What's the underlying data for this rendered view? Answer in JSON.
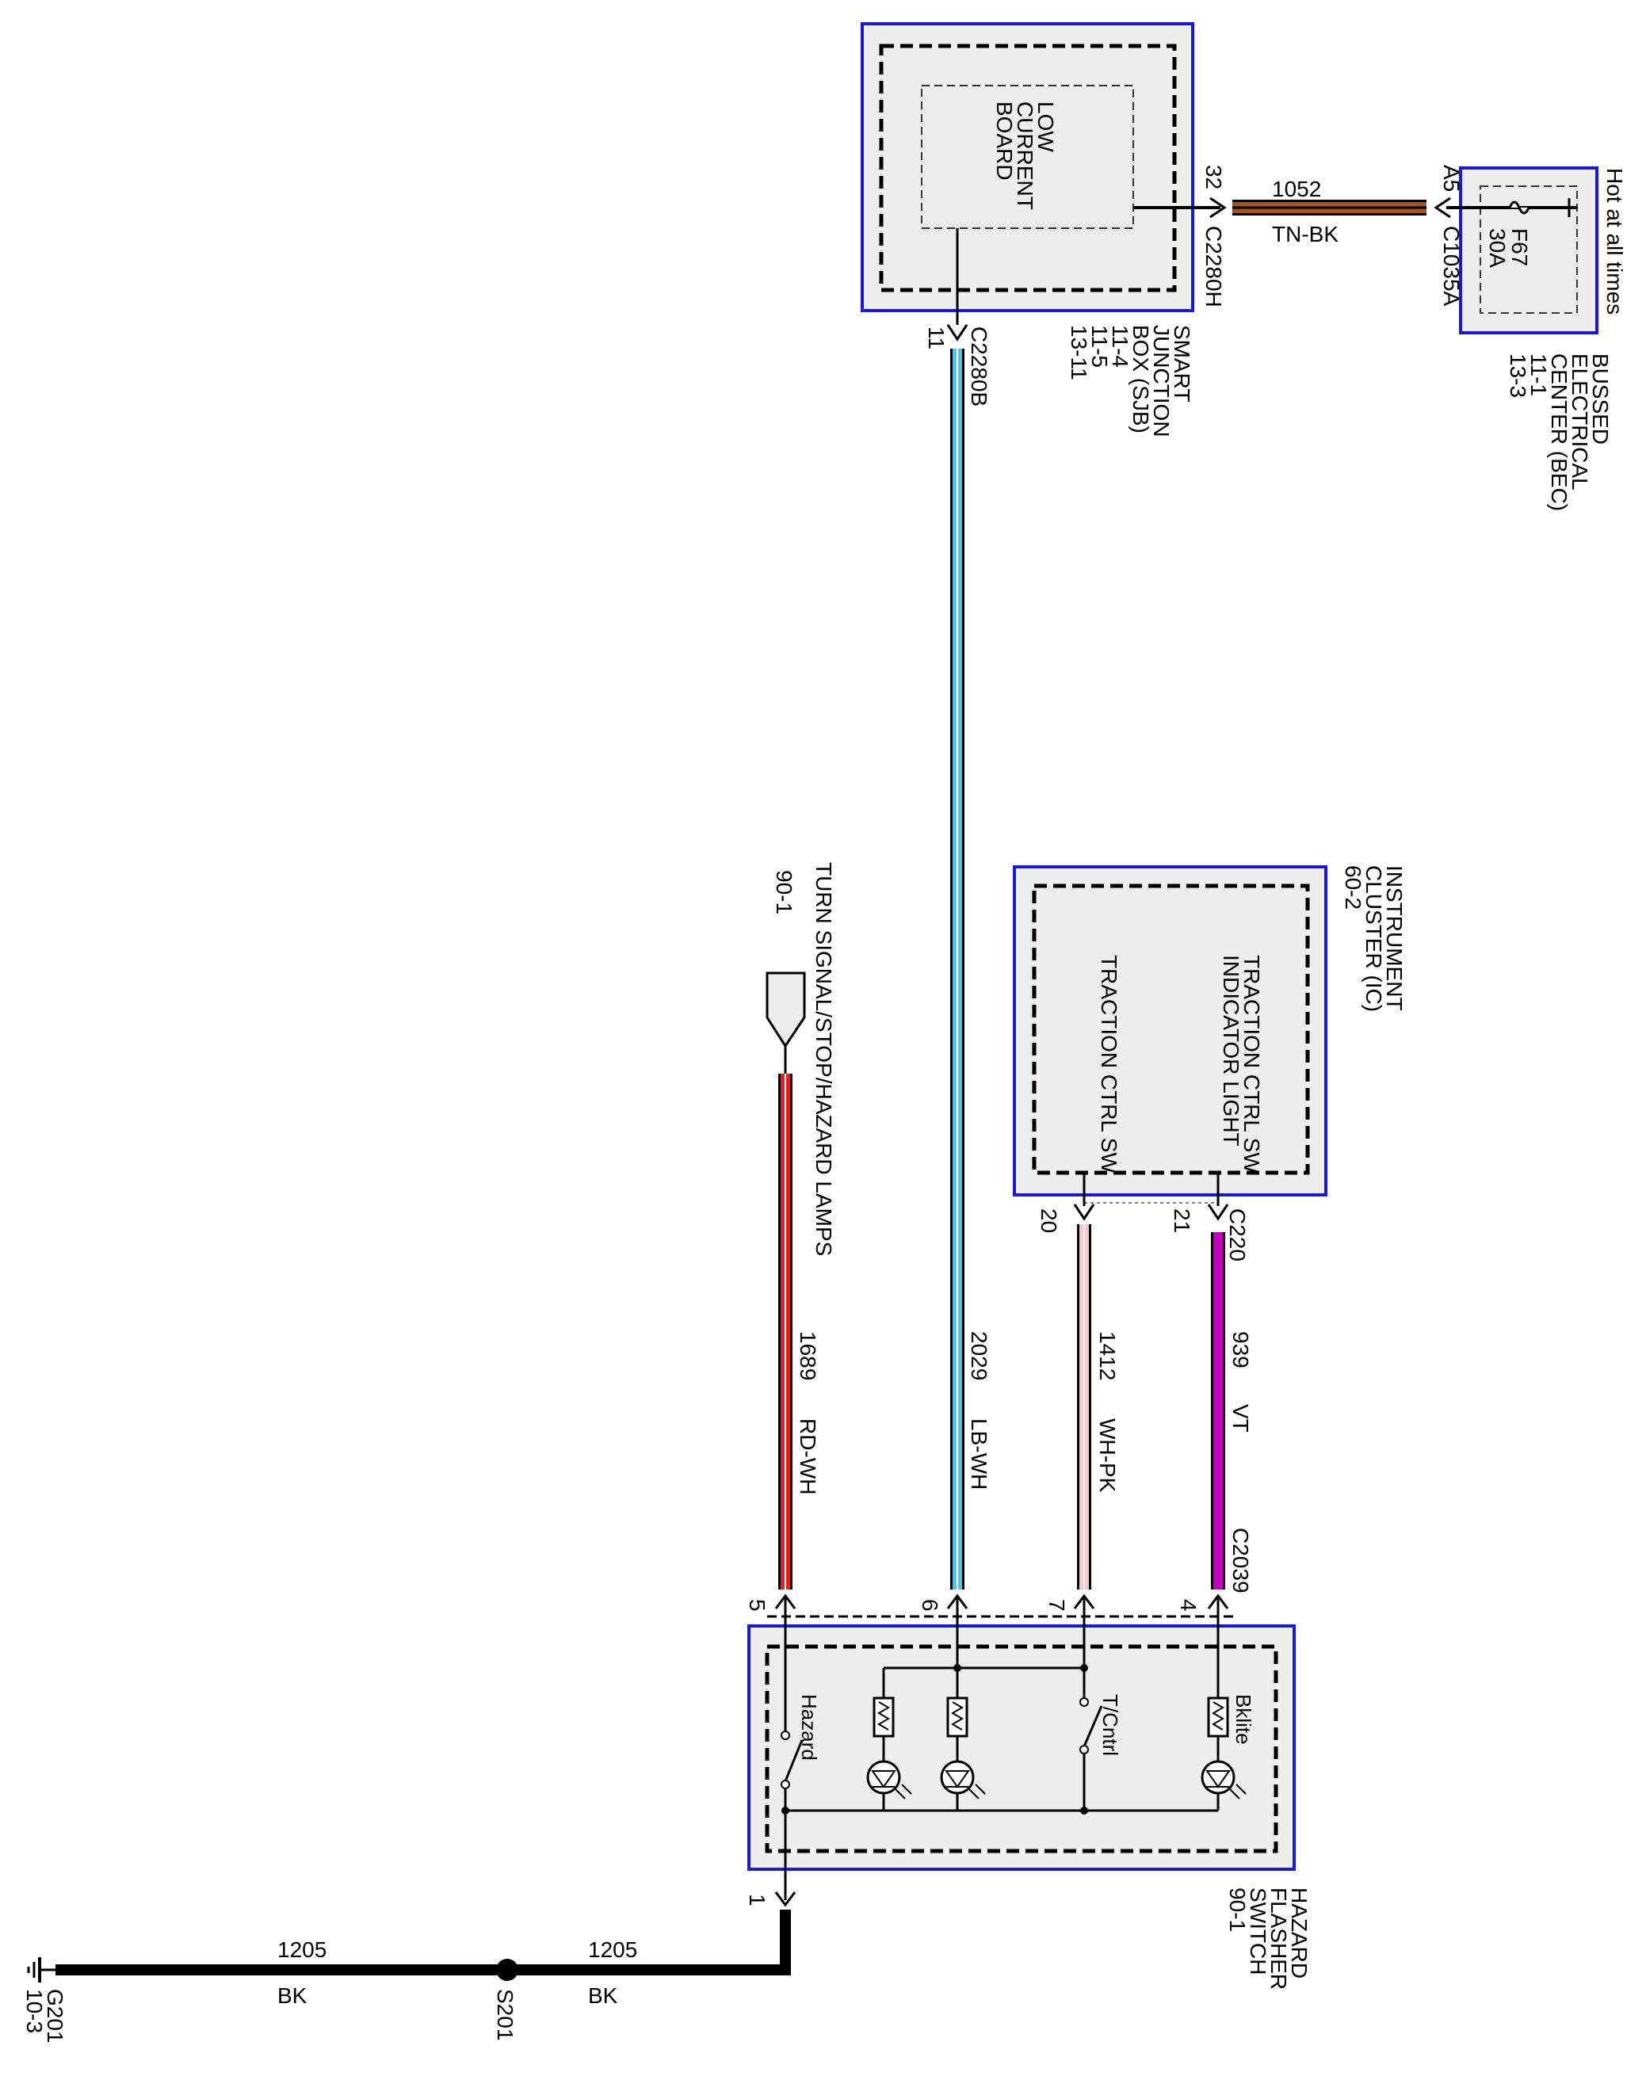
{
  "bec": {
    "label_lines": [
      "BUSSED",
      "ELECTRICAL",
      "CENTER (BEC)",
      "11-1",
      "13-3"
    ],
    "hot_label": "Hot at all times",
    "fuse_name": "F67",
    "fuse_rating": "30A",
    "connector": "C1035A",
    "pin": "A5"
  },
  "sjb": {
    "label_lines": [
      "SMART",
      "JUNCTION",
      "BOX (SJB)",
      "11-4",
      "11-5",
      "13-11"
    ],
    "inner_label_lines": [
      "LOW",
      "CURRENT",
      "BOARD"
    ],
    "connector_power": "C2280H",
    "pin_power": "32",
    "connector_out": "C2280B",
    "pin_out": "11"
  },
  "wire_1052": {
    "circuit": "1052",
    "color_code": "TN-BK",
    "color": "#a0522d"
  },
  "instrument_cluster": {
    "label_lines": [
      "INSTRUMENT",
      "CLUSTER (IC)",
      "60-2"
    ],
    "indicator_label_lines": [
      "TRACTION CTRL SW",
      "INDICATOR LIGHT"
    ],
    "switch_label": "TRACTION CTRL SW",
    "connector": "C220",
    "pin_indicator": "21",
    "pin_switch": "20"
  },
  "turn_lamps": {
    "label": "TURN SIGNAL/STOP/HAZARD LAMPS",
    "ref": "90-1"
  },
  "wires": [
    {
      "circuit": "1689",
      "color_code": "RD-WH",
      "color": "#e02020"
    },
    {
      "circuit": "2029",
      "color_code": "LB-WH",
      "color": "#5bc0de"
    },
    {
      "circuit": "1412",
      "color_code": "WH-PK",
      "color": "#f4c8d0"
    },
    {
      "circuit": "939",
      "color_code": "VT",
      "color": "#c000c0"
    }
  ],
  "connector_c2039": "C2039",
  "hazard_switch": {
    "label_lines": [
      "HAZARD",
      "FLASHER",
      "SWITCH",
      "90-1"
    ],
    "pins": [
      "5",
      "6",
      "7",
      "4",
      "1"
    ],
    "bklite_label": "Bklite",
    "tcntrl_label": "T/Cntrl",
    "hazard_label": "Hazard"
  },
  "ground_wires": [
    {
      "circuit": "1205",
      "color_code": "BK"
    },
    {
      "circuit": "1205",
      "color_code": "BK"
    }
  ],
  "splice": "S201",
  "ground": {
    "name": "G201",
    "ref": "10-3"
  },
  "colors": {
    "box_border": "#1a1acc",
    "box_fill": "#eeeeee",
    "wire_black": "#000000"
  }
}
